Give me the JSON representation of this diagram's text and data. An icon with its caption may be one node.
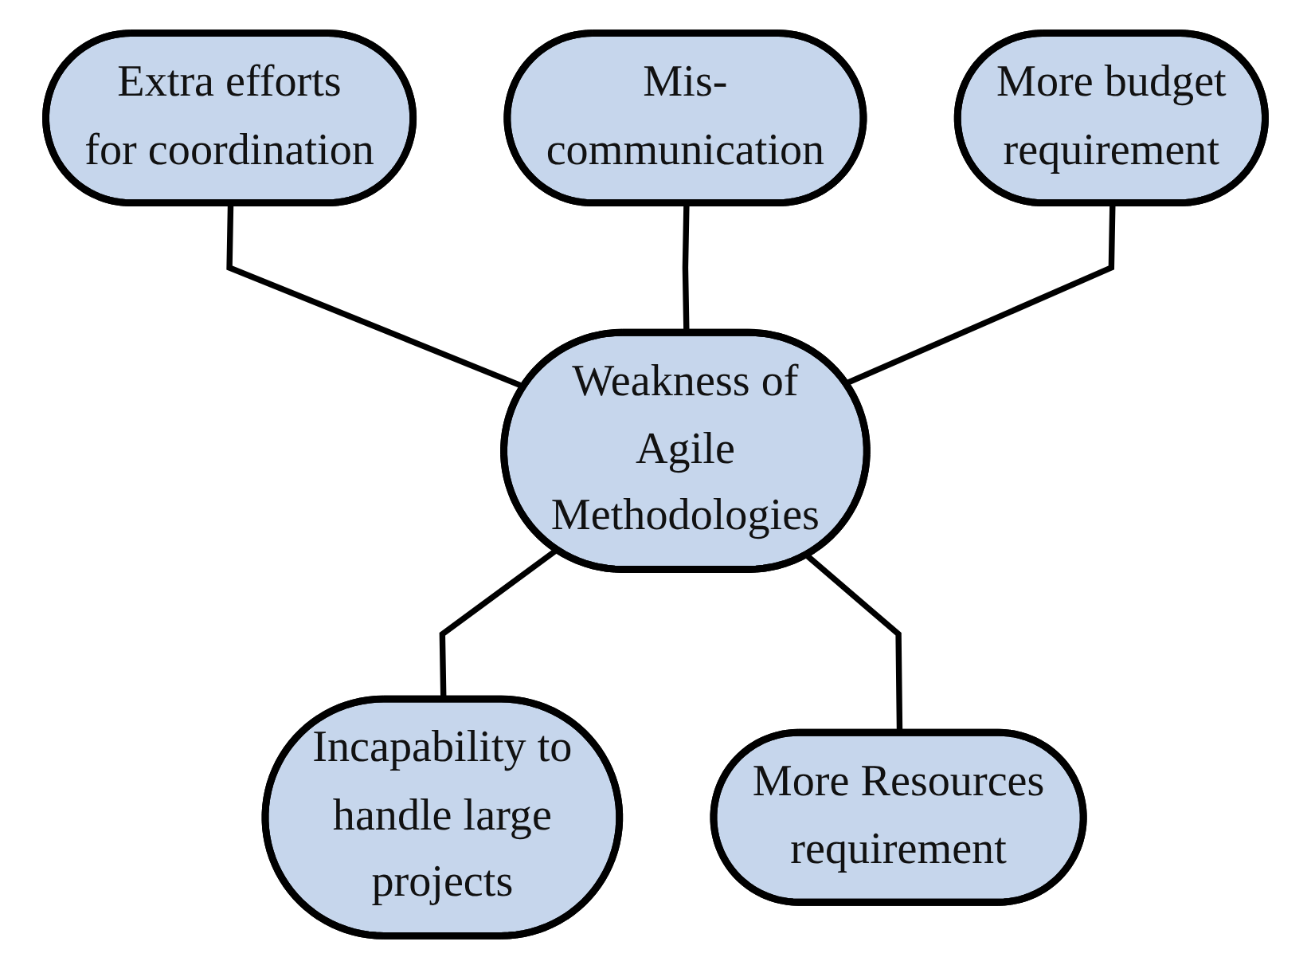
{
  "diagram": {
    "nodes": [
      {
        "text": [
          "Mis- communication"
        ]
      },
      {
        "text": [
          "Extra efforts for coordination"
        ]
      },
      {
        "text": [
          "More budget requirement"
        ]
      },
      {
        "text": [
          "Weakness of Agile Methodologies"
        ]
      },
      {
        "text": [
          "Incapability to handle large projects"
        ]
      },
      {
        "text": [
          "More Resources requirement"
        ]
      }
    ],
    "edges": [
      {
        "from": 1,
        "to": 3,
        "arrow": "none"
      },
      {
        "from": 0,
        "to": 3,
        "arrow": "none"
      },
      {
        "from": 2,
        "to": 3,
        "arrow": "none"
      },
      {
        "from": 3,
        "to": 4,
        "arrow": "none"
      },
      {
        "from": 3,
        "to": 5,
        "arrow": "none"
      }
    ]
  }
}
